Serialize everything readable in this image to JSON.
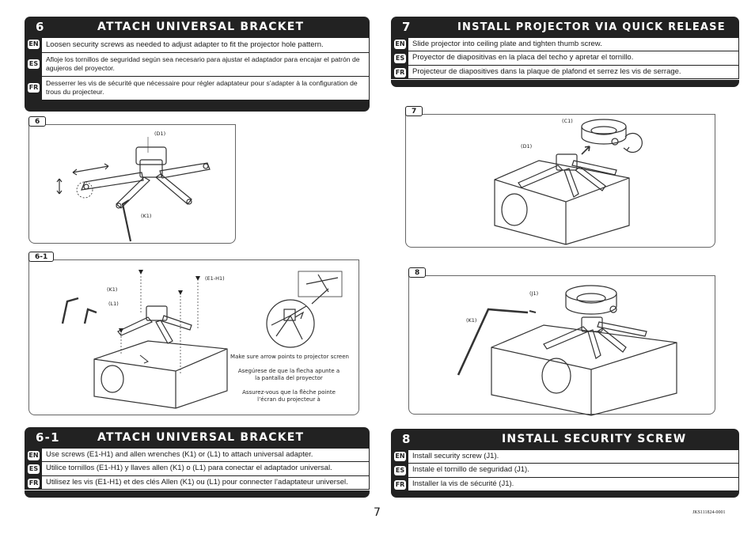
{
  "page_number": "7",
  "doc_code": "JKS111824-0001",
  "sections": {
    "s6": {
      "number": "6",
      "title": "ATTACH UNIVERSAL BRACKET",
      "rows": [
        {
          "lang": "EN",
          "text": "Loosen security screws as needed to adjust adapter to fit the projector hole pattern."
        },
        {
          "lang": "ES",
          "text": "Afloje los tornillos de seguridad según sea necesario para ajustar el adaptador para encajar el patrón de agujeros del proyector."
        },
        {
          "lang": "FR",
          "text": "Desserrer les vis de sécurité que nécessaire pour régler adaptateur pour s’adapter à la con­figuration de trous du projecteur."
        }
      ]
    },
    "s61": {
      "number": "6-1",
      "title": "ATTACH UNIVERSAL BRACKET",
      "rows": [
        {
          "lang": "EN",
          "text": "Use screws (E1-H1) and allen wrenches (K1) or (L1) to attach universal adapter."
        },
        {
          "lang": "ES",
          "text": "Utilice tornillos (E1-H1) y llaves allen (K1) o (L1) para conectar el adaptador universal."
        },
        {
          "lang": "FR",
          "text": "Utilisez les vis (E1-H1) et des clés Allen (K1) ou (L1) pour connecter l’adaptateur universel."
        }
      ]
    },
    "s7": {
      "number": "7",
      "title": "INSTALL PROJECTOR VIA QUICK RELEASE",
      "rows": [
        {
          "lang": "EN",
          "text": "Slide projector into ceiling plate and tighten thumb screw."
        },
        {
          "lang": "ES",
          "text": "Proyector de diapositivas en la placa del techo y apretar el tornillo."
        },
        {
          "lang": "FR",
          "text": "Projecteur de diapositives dans la plaque de plafond et serrez les vis de serrage."
        }
      ]
    },
    "s8": {
      "number": "8",
      "title": "INSTALL SECURITY SCREW",
      "rows": [
        {
          "lang": "EN",
          "text": "Install security screw (J1)."
        },
        {
          "lang": "ES",
          "text": "Instale el tornillo de seguridad (J1)."
        },
        {
          "lang": "FR",
          "text": "Installer la vis de sécurité (J1)."
        }
      ]
    }
  },
  "figures": {
    "fig6": {
      "tab": "6",
      "labels": {
        "d1": "(D1)",
        "k1": "(K1)"
      }
    },
    "fig61": {
      "tab": "6-1",
      "labels": {
        "k1": "(K1)",
        "l1": "(L1)",
        "e1h1": "(E1-H1)"
      },
      "notes": {
        "en": "Make sure arrow points to projector screen",
        "es": "Asegúrese de que la flecha apunte a la pantalla del proyector",
        "fr": "Assurez-vous que la flèche pointe l’écran du projecteur à"
      }
    },
    "fig7": {
      "tab": "7",
      "labels": {
        "c1": "(C1)",
        "d1": "(D1)"
      }
    },
    "fig8": {
      "tab": "8",
      "labels": {
        "j1": "(J1)",
        "k1": "(K1)"
      }
    }
  }
}
